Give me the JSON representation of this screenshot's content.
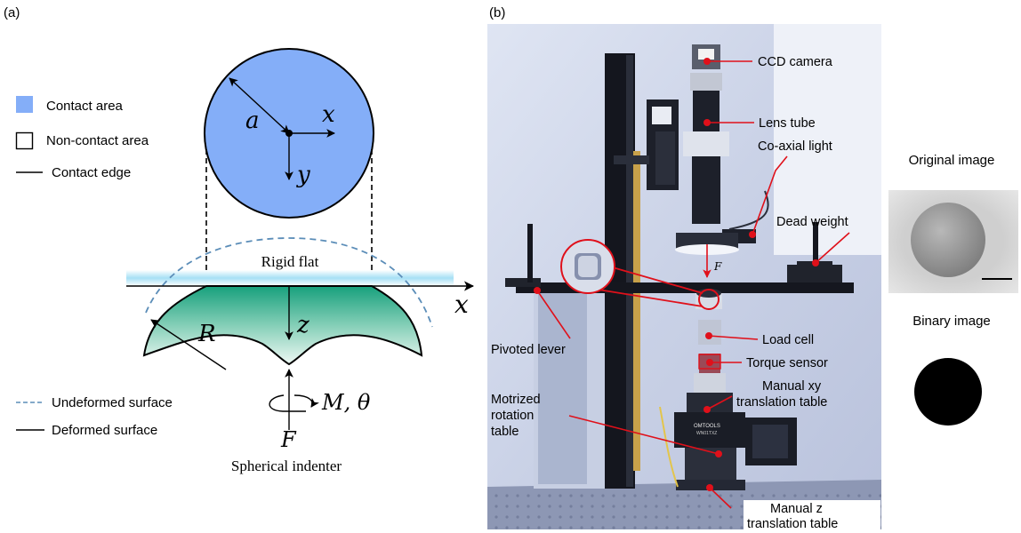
{
  "panel_a": {
    "label": "(a)",
    "legend": [
      {
        "label": "Contact area",
        "kind": "filled-square",
        "color": "#84aef8"
      },
      {
        "label": "Non-contact area",
        "kind": "empty-square",
        "color": "#000000"
      },
      {
        "label": "Contact edge",
        "kind": "line",
        "color": "#000000"
      }
    ],
    "symbols": {
      "radius": "a",
      "x_axis": "x",
      "y_axis": "y",
      "z_axis": "z",
      "sphere_radius": "R",
      "moment": "M, θ",
      "force": "F"
    },
    "rigid_flat_label": "Rigid flat",
    "surface_legend": [
      {
        "label": "Undeformed surface",
        "style": "dashed",
        "color": "#5b8db8"
      },
      {
        "label": "Deformed surface",
        "style": "solid",
        "color": "#000000"
      }
    ],
    "indenter_label": "Spherical indenter",
    "colors": {
      "contact": "#84aef8",
      "indenter_top": "#1aa57f",
      "indenter_bottom": "#e6f6f0",
      "flat": "#9fdcf2"
    }
  },
  "panel_b": {
    "label": "(b)",
    "force_symbol": "F",
    "callouts": [
      {
        "id": "ccd",
        "lines": [
          "CCD camera"
        ]
      },
      {
        "id": "lens",
        "lines": [
          "Lens tube"
        ]
      },
      {
        "id": "coax",
        "lines": [
          "Co-axial light"
        ]
      },
      {
        "id": "weight",
        "lines": [
          "Dead weight"
        ]
      },
      {
        "id": "lever",
        "lines": [
          "Pivoted lever"
        ]
      },
      {
        "id": "loadcell",
        "lines": [
          "Load cell"
        ]
      },
      {
        "id": "torque",
        "lines": [
          "Torque sensor"
        ]
      },
      {
        "id": "xy",
        "lines": [
          "Manual xy",
          "translation table"
        ]
      },
      {
        "id": "rot",
        "lines": [
          "Motrized",
          "rotation",
          "table"
        ]
      },
      {
        "id": "z",
        "lines": [
          "Manual  z",
          "translation table"
        ]
      }
    ],
    "plate_text": [
      "OMTOOLS",
      "WN01TXZ"
    ],
    "marker_color": "#e0101a"
  },
  "insets": {
    "original_label": "Original image",
    "binary_label": "Binary image"
  }
}
